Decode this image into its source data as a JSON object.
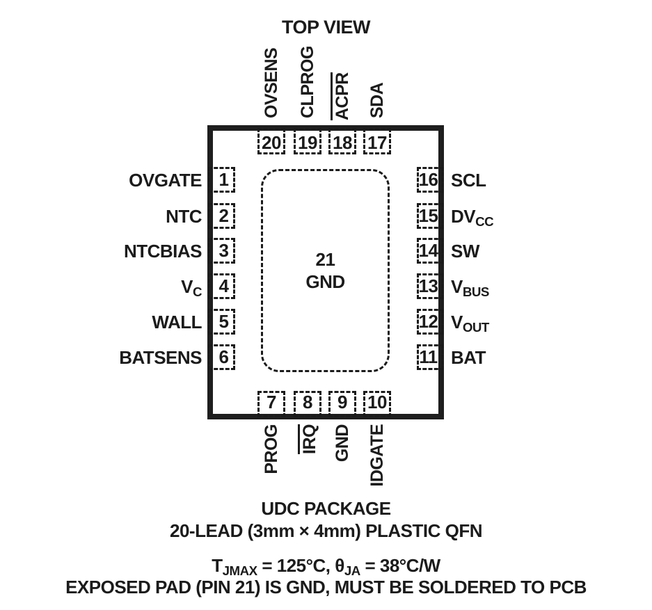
{
  "title": "TOP VIEW",
  "colors": {
    "ink": "#1b1b1b"
  },
  "center_pad": {
    "number": "21",
    "label": "GND"
  },
  "pins": {
    "top": [
      {
        "number": "20",
        "label": [
          {
            "text": "OVSENS"
          }
        ]
      },
      {
        "number": "19",
        "label": [
          {
            "text": "CLPROG"
          }
        ]
      },
      {
        "number": "18",
        "label": [
          {
            "text": "ACPR",
            "over": true
          }
        ]
      },
      {
        "number": "17",
        "label": [
          {
            "text": "SDA"
          }
        ]
      }
    ],
    "left": [
      {
        "number": "1",
        "label": [
          {
            "text": "OVGATE"
          }
        ]
      },
      {
        "number": "2",
        "label": [
          {
            "text": "NTC"
          }
        ]
      },
      {
        "number": "3",
        "label": [
          {
            "text": "NTCBIAS"
          }
        ]
      },
      {
        "number": "4",
        "label": [
          {
            "text": "V"
          },
          {
            "text": "C",
            "sub": true
          }
        ]
      },
      {
        "number": "5",
        "label": [
          {
            "text": "WALL"
          }
        ]
      },
      {
        "number": "6",
        "label": [
          {
            "text": "BATSENS"
          }
        ]
      }
    ],
    "right": [
      {
        "number": "16",
        "label": [
          {
            "text": "SCL"
          }
        ]
      },
      {
        "number": "15",
        "label": [
          {
            "text": "DV"
          },
          {
            "text": "CC",
            "sub": true
          }
        ]
      },
      {
        "number": "14",
        "label": [
          {
            "text": "SW"
          }
        ]
      },
      {
        "number": "13",
        "label": [
          {
            "text": "V"
          },
          {
            "text": "BUS",
            "sub": true
          }
        ]
      },
      {
        "number": "12",
        "label": [
          {
            "text": "V"
          },
          {
            "text": "OUT",
            "sub": true
          }
        ]
      },
      {
        "number": "11",
        "label": [
          {
            "text": "BAT"
          }
        ]
      }
    ],
    "bottom": [
      {
        "number": "7",
        "label": [
          {
            "text": "PROG"
          }
        ]
      },
      {
        "number": "8",
        "label": [
          {
            "text": "IRQ",
            "over": true
          }
        ]
      },
      {
        "number": "9",
        "label": [
          {
            "text": "GND"
          }
        ]
      },
      {
        "number": "10",
        "label": [
          {
            "text": "IDGATE"
          }
        ]
      }
    ]
  },
  "footer": {
    "package_line1": "UDC PACKAGE",
    "package_line2": "20-LEAD (3mm × 4mm) PLASTIC QFN",
    "thermal_line": [
      {
        "text": "T"
      },
      {
        "text": "JMAX",
        "sub": true
      },
      {
        "text": " = 125°C, θ"
      },
      {
        "text": "JA",
        "sub": true
      },
      {
        "text": " = 38°C/W"
      }
    ],
    "note_line": "EXPOSED PAD (PIN 21) IS GND, MUST BE SOLDERED TO PCB"
  }
}
